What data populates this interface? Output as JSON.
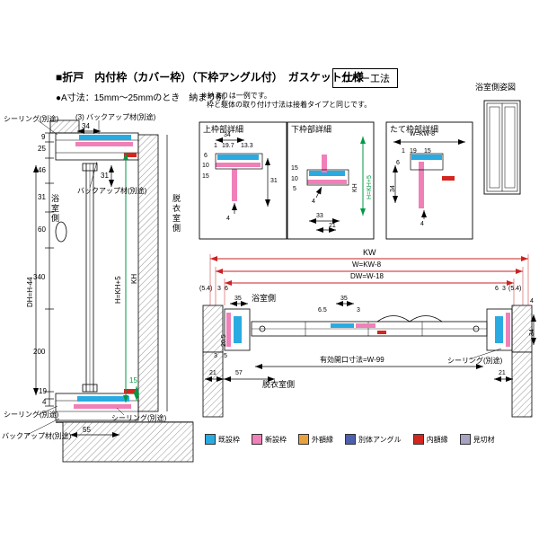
{
  "header": {
    "title": "■折戸　内付枠（カバー枠）（下枠アングル付）　ガスケット仕様",
    "method": "カバー工法",
    "size_note": "●A寸法：15mm～25mmのとき　納まり例",
    "note1": "※納まりは一例です。",
    "note2": "枠と躯体の取り付け寸法は接着タイプと同じです。"
  },
  "elevation": {
    "label": "浴室側姿図"
  },
  "vsec": {
    "sealing_top": "シーリング(別途)",
    "backup_top_num": "(3)",
    "backup_top": "バックアップ材(別途)",
    "dim_34": "34",
    "dim_9": "9",
    "dim_25": "25",
    "dim_46": "46",
    "dim_31_left": "31",
    "dim_31_inner": "31",
    "dim_60": "60",
    "dim_340": "340",
    "dim_200": "200",
    "dim_19": "19",
    "dim_4": "4",
    "dim_15": "15",
    "dim_dh": "DH=H-44",
    "dim_h": "H=KH+5",
    "dim_kh": "KH",
    "bath_side": "浴室側",
    "dressing_side": "脱衣室側",
    "backup_mid": "バックアップ材(別途)",
    "sealing_bottom_left": "シーリング(別途)",
    "backup_bottom": "バックアップ材(別途)",
    "sealing_bottom_mid": "シーリング(別途)",
    "dim_55": "55"
  },
  "dtop": {
    "title": "上枠部詳細",
    "d34": "34",
    "d1": "1",
    "d197": "19.7",
    "d133": "13.3",
    "d6": "6",
    "d10": "10",
    "d15": "15",
    "d31": "31",
    "d4": "4"
  },
  "dbot": {
    "title": "下枠部詳細",
    "d15": "15",
    "d10": "10",
    "d5": "5",
    "d4": "4",
    "d33": "33",
    "d21": "21",
    "kh": "KH",
    "h": "H=KH+5"
  },
  "dside": {
    "title": "たて枠部詳細",
    "w": "W=KW-8",
    "d34": "34",
    "d1": "1",
    "d19": "19",
    "d15": "15",
    "d6": "6",
    "d4": "4"
  },
  "hsec": {
    "kw": "KW",
    "w": "W=KW-8",
    "dw": "DW=W-18",
    "l54": "(5.4)",
    "l3": "3",
    "l6": "6",
    "r6": "6",
    "r3": "3",
    "r54": "(5.4)",
    "r4": "4",
    "r34": "34",
    "bath_side": "浴室側",
    "dressing_side": "脱衣室側",
    "d35l": "35",
    "d35c": "35",
    "d65": "6.5",
    "d3c": "3",
    "d205": "20.5",
    "d3l": "3",
    "d5": "5",
    "effective": "有効開口寸法=W-99",
    "d21l": "21",
    "d57": "57",
    "d21r": "21",
    "sealing": "シーリング(別途)"
  },
  "legend": {
    "items": [
      {
        "label": "既設枠",
        "color": "#29abe2"
      },
      {
        "label": "新設枠",
        "color": "#f080b8"
      },
      {
        "label": "外額縁",
        "color": "#e8a13c"
      },
      {
        "label": "別体アングル",
        "color": "#4d5fae"
      },
      {
        "label": "内額縁",
        "color": "#d3261f"
      },
      {
        "label": "見切材",
        "color": "#a8a3c3"
      }
    ]
  },
  "colors": {
    "existing_frame": "#29abe2",
    "new_frame": "#f080b8",
    "dimension_red": "#cc2222",
    "height_green": "#009944"
  }
}
